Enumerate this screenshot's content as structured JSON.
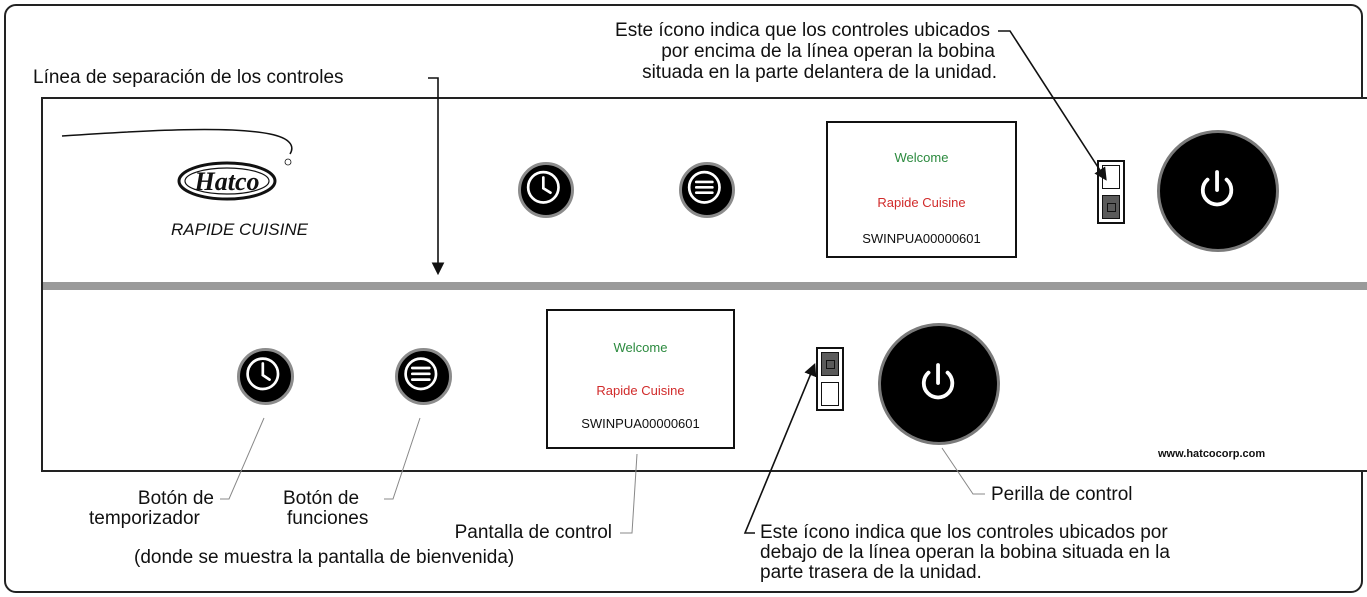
{
  "callouts": {
    "top_icon": [
      "Este ícono indica que los controles ubicados",
      "por encima de la línea operan la bobina",
      "situada en la parte delantera de la unidad."
    ],
    "separation_line": "Línea de separación de los controles",
    "timer_button": [
      "Botón de",
      "temporizador"
    ],
    "function_button": [
      "Botón de",
      "funciones"
    ],
    "control_display": "Pantalla de control",
    "welcome_note": "(donde se muestra la pantalla de bienvenida)",
    "control_knob": "Perilla de control",
    "bottom_icon": [
      "Este ícono indica que los controles ubicados por",
      "debajo de la línea operan la bobina situada en la",
      "parte trasera de la unidad."
    ]
  },
  "brand": {
    "logo_text": "Hatco",
    "product_name": "RAPIDE CUISINE",
    "website": "www.hatcocorp.com"
  },
  "display_top": {
    "line1": "Welcome",
    "line2": "Rapide Cuisine",
    "line3": "SWINPUA00000601"
  },
  "display_bottom": {
    "line1": "Welcome",
    "line2": "Rapide Cuisine",
    "line3": "SWINPUA00000601"
  },
  "icons": {
    "timer": "clock-icon",
    "function": "menu-icon",
    "power": "power-icon"
  },
  "colors": {
    "welcome": "#2b8a3e",
    "brand_line": "#d12b2b",
    "separator": "#9a9a9a"
  }
}
